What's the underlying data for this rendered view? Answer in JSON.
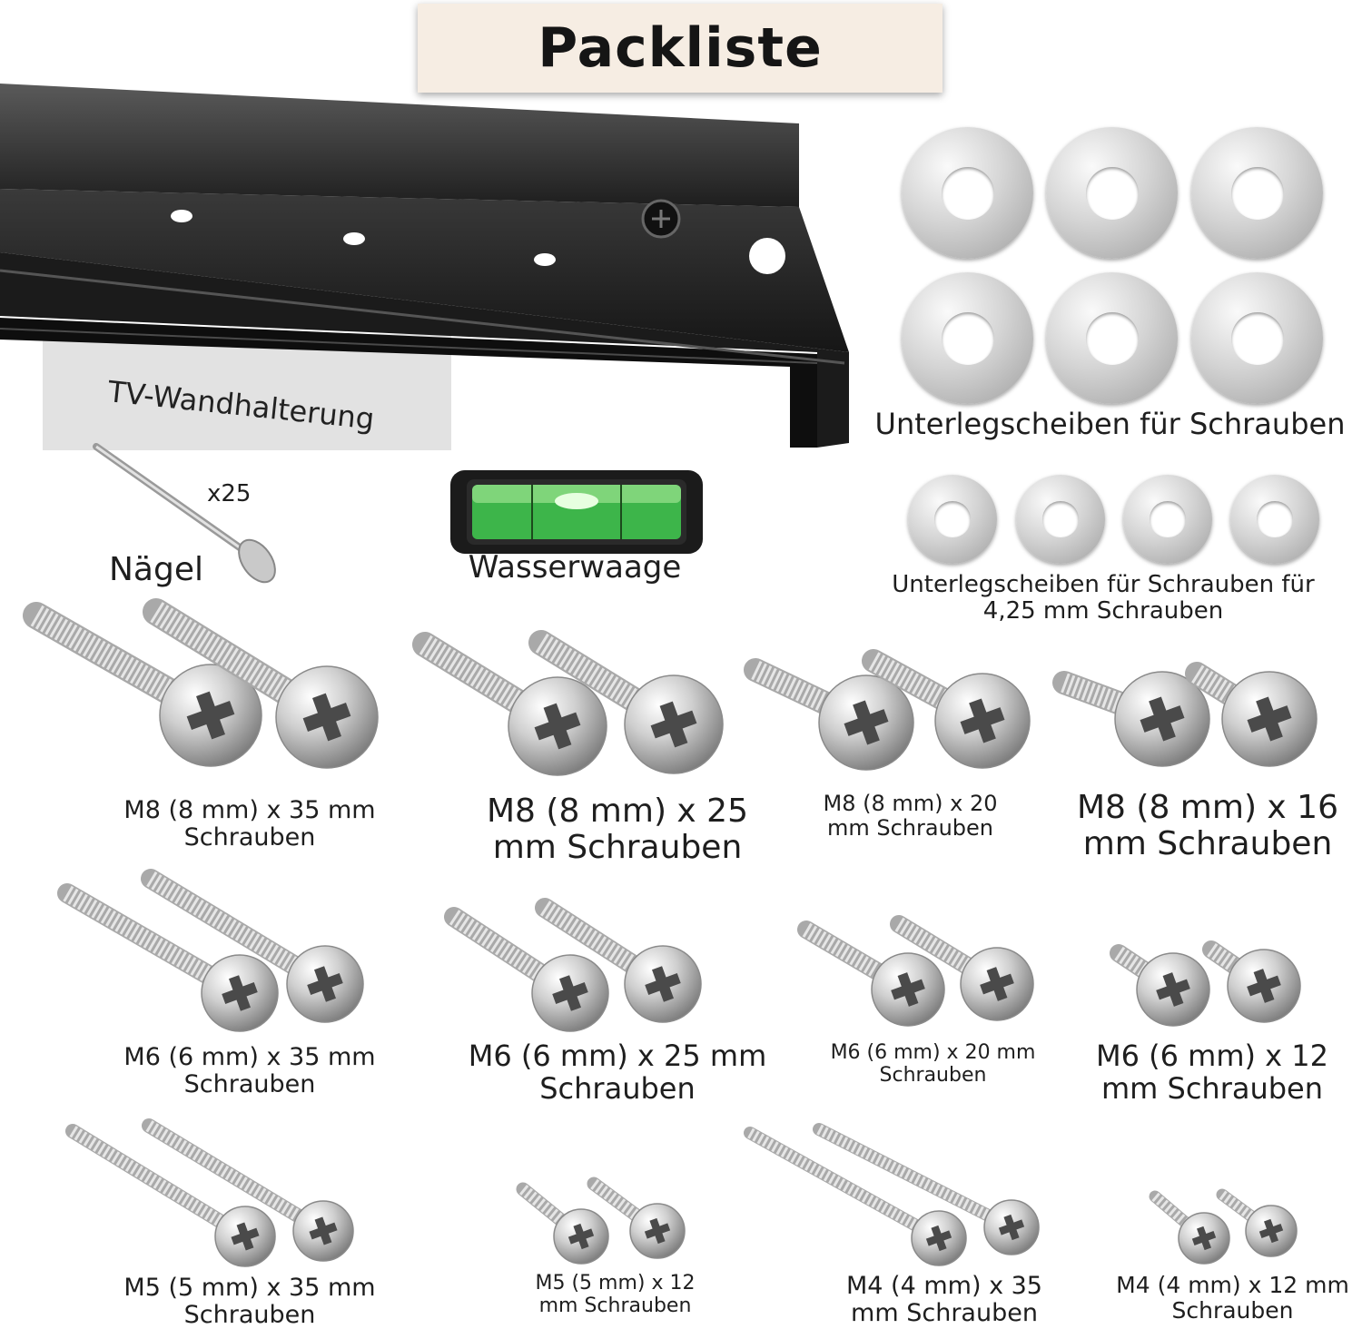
{
  "title": "Packliste",
  "items": {
    "tv_mount": "TV-Wandhalterung",
    "nails": "Nägel",
    "nails_count": "x25",
    "level": "Wasserwaage",
    "washers_large": "Unterlegscheiben für Schrauben",
    "washers_small_line1": "Unterlegscheiben für Schrauben für",
    "washers_small_line2": "4,25 mm Schrauben"
  },
  "screws": [
    {
      "line1": "M8 (8 mm) x 35 mm",
      "line2": "Schrauben"
    },
    {
      "line1": "M8 (8 mm) x 25",
      "line2": "mm Schrauben"
    },
    {
      "line1": "M8 (8 mm) x 20",
      "line2": "mm Schrauben"
    },
    {
      "line1": "M8 (8 mm) x 16",
      "line2": "mm Schrauben"
    },
    {
      "line1": "M6 (6 mm) x 35 mm",
      "line2": "Schrauben"
    },
    {
      "line1": "M6 (6 mm) x 25 mm",
      "line2": "Schrauben"
    },
    {
      "line1": "M6 (6 mm) x 20 mm",
      "line2": "Schrauben"
    },
    {
      "line1": "M6 (6 mm) x 12",
      "line2": "mm Schrauben"
    },
    {
      "line1": "M5 (5 mm) x 35 mm",
      "line2": "Schrauben"
    },
    {
      "line1": "M5 (5 mm) x 12",
      "line2": "mm Schrauben"
    },
    {
      "line1": "M4 (4 mm) x 35",
      "line2": "mm Schrauben"
    },
    {
      "line1": "M4 (4 mm) x 12 mm",
      "line2": "Schrauben"
    }
  ],
  "colors": {
    "title_bg": "#f6ede3",
    "rail": "#2a2a2a",
    "steel": "#c8c8c8",
    "level_green": "#3db54a"
  }
}
